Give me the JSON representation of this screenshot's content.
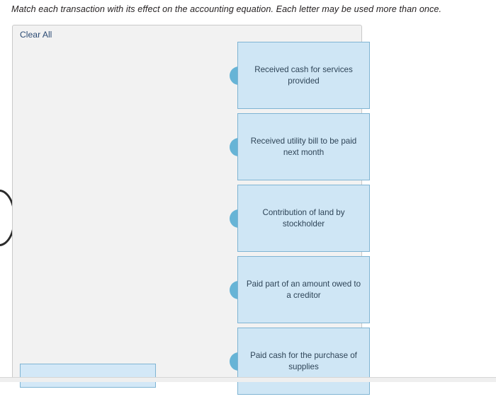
{
  "instruction": "Match each transaction with its effect on the accounting equation. Each letter may be used more than once.",
  "panel": {
    "clear_all_label": "Clear All",
    "drop_slot": {
      "value": "",
      "placeholder": ""
    }
  },
  "cards": [
    {
      "text": "Received cash for services provided"
    },
    {
      "text": "Received utility bill to be paid next month"
    },
    {
      "text": "Contribution of land by stockholder"
    },
    {
      "text": "Paid part of an amount owed to a creditor"
    },
    {
      "text": "Paid cash for the purchase of supplies"
    }
  ],
  "colors": {
    "card_fill": "#cfe6f5",
    "card_border": "#7fb4d3",
    "connector": "#67b4d6",
    "panel_bg": "#f2f2f2",
    "panel_border": "#c9c9c9",
    "link": "#2b4a73",
    "card_text": "#2f4558",
    "instruction_text": "#231f20"
  }
}
